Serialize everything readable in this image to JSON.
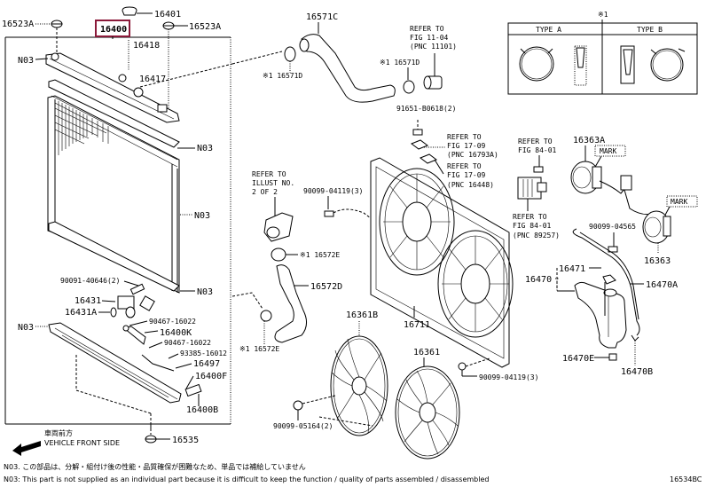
{
  "diagram": {
    "highlighted_part": "16400",
    "highlight_color": "#8b1a3a",
    "labels": {
      "p16523A_left": "16523A",
      "p16400": "16400",
      "p16401": "16401",
      "p16523A_right": "16523A",
      "p16418": "16418",
      "p16417": "16417",
      "n03_top_tank": "N03",
      "n03_upper_seal": "N03",
      "n03_core": "N03",
      "n03_lower_seal": "N03",
      "n03_lower_tank": "N03",
      "p90091_40646": "90091-40646(2)",
      "p16431": "16431",
      "p16431A": "16431A",
      "p90467_16022_a": "90467-16022",
      "p16400K": "16400K",
      "p90467_16022_b": "90467-16022",
      "p93385_16012": "93385-16012",
      "p16497": "16497",
      "p16400F": "16400F",
      "p16400B": "16400B",
      "p16535": "16535",
      "p16571C": "16571C",
      "p16571D_left": "※1 16571D",
      "p16571D_right": "※1 16571D",
      "refer_11_04_line1": "REFER TO",
      "refer_11_04_line2": "FIG 11-04",
      "refer_11_04_line3": "(PNC 11101)",
      "p91651_B0618": "91651-B0618(2)",
      "refer_17_09a_line1": "REFER TO",
      "refer_17_09a_line2": "FIG 17-09",
      "refer_17_09a_line3": "(PNC 16793A)",
      "refer_17_09b_line1": "REFER TO",
      "refer_17_09b_line2": "FIG 17-09",
      "refer_17_09b_line3": "(PNC 16448)",
      "refer_84_01a_line1": "REFER TO",
      "refer_84_01a_line2": "FIG 84-01",
      "refer_84_01b_line1": "REFER TO",
      "refer_84_01b_line2": "FIG 84-01",
      "refer_84_01b_line3": "(PNC 89257)",
      "refer_illust_line1": "REFER TO",
      "refer_illust_line2": "ILLUST NO.",
      "refer_illust_line3": "2 OF 2",
      "p90099_04119_top": "90099-04119(3)",
      "p90099_04119_bottom": "90099-04119(3)",
      "p16572E_top": "※1 16572E",
      "p16572D": "16572D",
      "p16572E_bottom": "※1 16572E",
      "p16361B": "16361B",
      "p16361": "16361",
      "p16711": "16711",
      "p90099_05164": "90099-05164(2)",
      "p16363A": "16363A",
      "mark_1": "MARK",
      "mark_2": "MARK",
      "p90099_04565": "90099-04565",
      "p16363": "16363",
      "p16471": "16471",
      "p16470": "16470",
      "p16470A": "16470A",
      "p16470E": "16470E",
      "p16470B": "16470B"
    },
    "clamp_table": {
      "ref_mark": "※1",
      "type_a": "TYPE A",
      "type_b": "TYPE B"
    },
    "direction": {
      "jp": "車両前方",
      "en": "VEHICLE FRONT SIDE"
    },
    "footnotes": {
      "jp": "N03. この部品は、分解・組付け後の性能・品質確保が困難なため、単品では補給していません",
      "en": "N03: This part is not supplied as an individual part because it is difficult to keep the function / quality of parts assembled / disassembled"
    },
    "figure_id": "16534BC"
  }
}
